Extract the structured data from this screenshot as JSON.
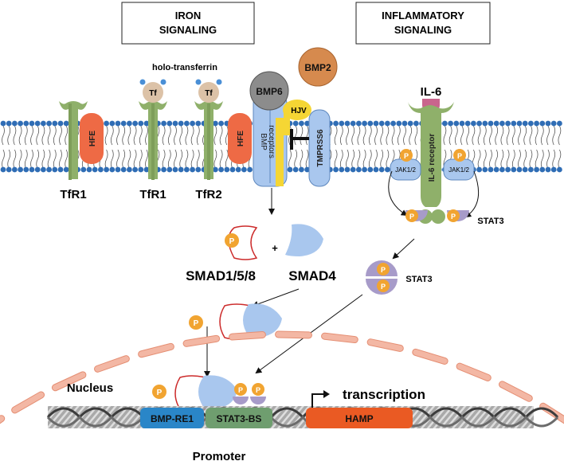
{
  "headers": {
    "iron": [
      "IRON",
      "SIGNALING"
    ],
    "inflammatory": [
      "INFLAMMATORY",
      "SIGNALING"
    ]
  },
  "labels": {
    "holo_transferrin": "holo-transferrin",
    "tf": "Tf",
    "bmp2": "BMP2",
    "bmp6": "BMP6",
    "hjv": "HJV",
    "bmp_receptors": [
      "BMP",
      "receptors"
    ],
    "tmprss6": "TMPRSS6",
    "hfe": "HFE",
    "tfr1": "TfR1",
    "tfr2": "TfR2",
    "il6": "IL-6",
    "il6_receptor": "IL-6 receptor",
    "jak": "JAK1/2",
    "stat3": "STAT3",
    "p": "P",
    "plus": "+",
    "smad158": "SMAD1/5/8",
    "smad4": "SMAD4",
    "nucleus": "Nucleus",
    "bmp_re1": "BMP-RE1",
    "stat3_bs": "STAT3-BS",
    "hamp": "HAMP",
    "transcription": "transcription",
    "promoter": "Promoter"
  },
  "colors": {
    "membrane_head": "#2f6db5",
    "receptor_green": "#8fb06a",
    "hfe_orange": "#ee6a45",
    "bmp_receptor_blue": "#a9c7ee",
    "hjv_yellow": "#f5d634",
    "bmp6_grey": "#8c8c8c",
    "bmp2_orange": "#d68a4e",
    "tf_beige": "#dcc2a7",
    "il6_pink": "#c9658d",
    "jak_blue": "#a9c7ee",
    "stat_purple": "#a79bc9",
    "p_orange": "#f1a431",
    "smad158_red": "#cc2b2b",
    "smad4_blue": "#a9c7ee",
    "nucleus_salmon": "#f3b7a4",
    "bmpre1_blue": "#2a86c8",
    "stat3bs_green": "#6f9e6f",
    "hamp_orange": "#ea5a23"
  }
}
